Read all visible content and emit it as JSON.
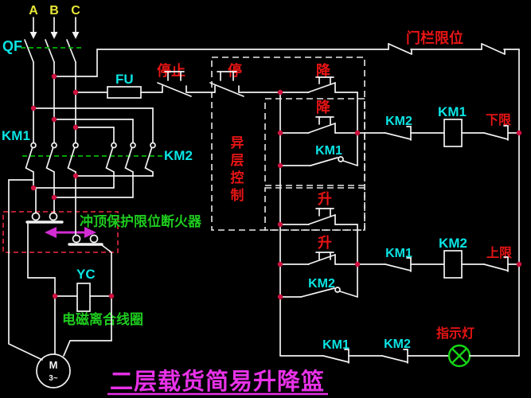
{
  "palette": {
    "background": "#000000",
    "wire": "#f2f2f2",
    "component_label_cyan": "#0ae4e4",
    "action_label_red": "#e81414",
    "phase_label_yellow": "#e8e838",
    "caption_green": "#1ecb1e",
    "title_magenta": "#e832e8",
    "junction_dot_red": "#d01240",
    "linkage_dash_green": "#00b400",
    "protector_box_red": "#cc2438",
    "lamp_green": "#16d416",
    "arrow_magenta": "#d42cd4"
  },
  "power": {
    "phase_a": "A",
    "phase_b": "B",
    "phase_c": "C",
    "breaker": "QF",
    "fuse": "FU",
    "km1_main": "KM1",
    "km2_main": "KM2"
  },
  "control": {
    "stop_main": "停止",
    "remote": {
      "box_chars": [
        "异",
        "层",
        "控",
        "制"
      ],
      "stop": "停",
      "down": "降",
      "up": "升"
    },
    "down_local": "降",
    "up_local": "升",
    "km1_hold": "KM1",
    "km2_hold": "KM2",
    "down_row": {
      "km2_interlock": "KM2",
      "km1_coil": "KM1",
      "lower_limit": "下限"
    },
    "up_row": {
      "km1_interlock": "KM1",
      "km2_coil": "KM2",
      "upper_limit": "上限"
    },
    "door_limit": "门栏限位",
    "indicator_row": {
      "km1_contact": "KM1",
      "km2_contact": "KM2",
      "lamp": "指示灯"
    }
  },
  "protector": {
    "caption": "冲顶保护限位断火器"
  },
  "clutch": {
    "ref": "YC",
    "caption": "电磁离合线圈"
  },
  "motor": {
    "symbol": "M",
    "phases": "3~"
  },
  "title": "二层载货简易升降篮"
}
